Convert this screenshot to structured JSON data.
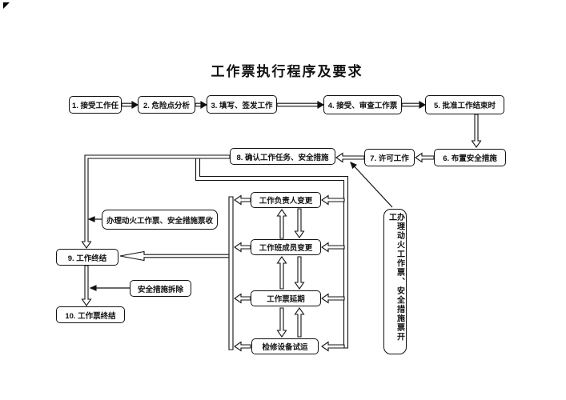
{
  "title": "工作票执行程序及要求",
  "nodes": {
    "step1": "1. 接受工作任",
    "step2": "2. 危险点分析",
    "step3": "3. 填写、签发工作",
    "step4": "4. 接受、审查工作票",
    "step5": "5. 批准工作结束时",
    "step6": "6. 布置安全措施",
    "step7": "7. 许可工作",
    "step8": "8. 确认工作任务、安全措施",
    "step9": "9. 工作终结",
    "step10": "10. 工作票终结",
    "leader_change": "工作负责人变更",
    "member_change": "工作班成员变更",
    "ticket_extension": "工作票延期",
    "equipment_trial": "检修设备试运",
    "fire_ticket_receive": "办理动火工作票、安全措施票收",
    "safety_dismantle": "安全措施拆除",
    "fire_ticket_start": "办理动火工作票、安全措施票开工"
  },
  "colors": {
    "ink": "#111111",
    "background": "#ffffff"
  }
}
